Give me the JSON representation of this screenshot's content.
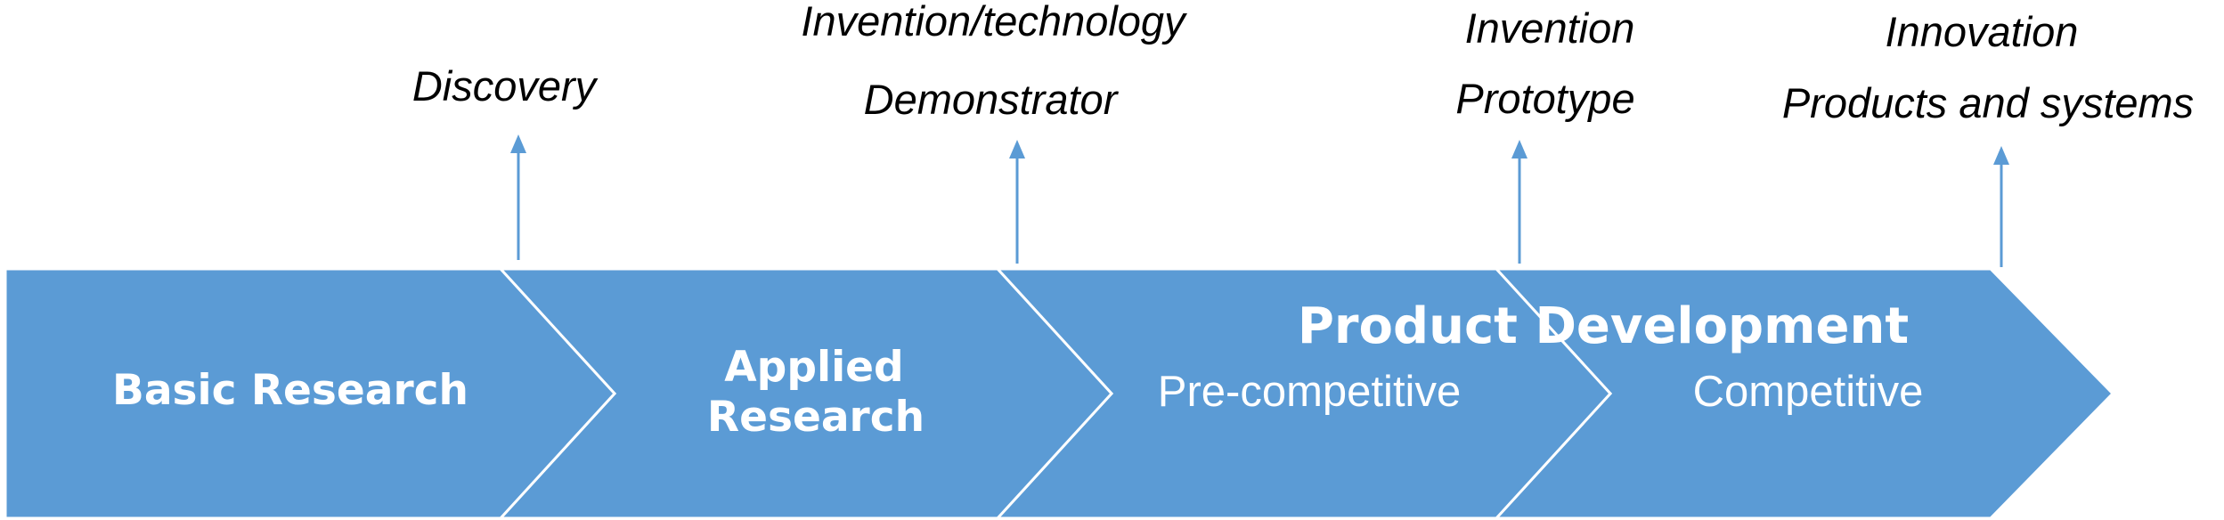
{
  "milestones": [
    {
      "lines": [
        "Discovery"
      ]
    },
    {
      "lines": [
        "Invention/technology",
        "Demonstrator"
      ]
    },
    {
      "lines": [
        "Invention",
        "Prototype"
      ]
    },
    {
      "lines": [
        "Innovation",
        "Products and systems"
      ]
    }
  ],
  "stages": {
    "basic_research": "Basic Research",
    "applied_research": [
      "Applied",
      "Research"
    ],
    "product_development": "Product Development",
    "pre_competitive": "Pre-competitive",
    "competitive": "Competitive"
  },
  "colors": {
    "chevron_fill": "#5b9bd5",
    "chevron_border": "#ffffff",
    "arrow": "#5b9bd5",
    "milestone_text": "#000000",
    "stage_text": "#ffffff"
  }
}
